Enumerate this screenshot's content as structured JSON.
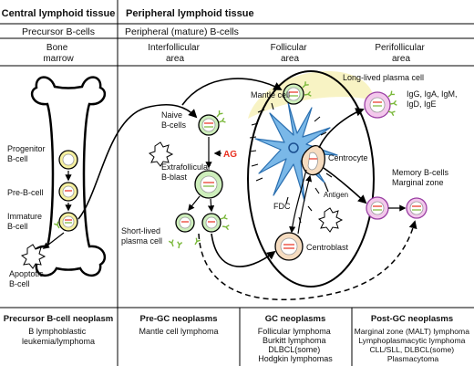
{
  "header": {
    "central": "Central lymphoid tissue",
    "peripheral": "Peripheral lymphoid tissue",
    "precursor_cells": "Precursor B-cells",
    "mature_cells": "Peripheral (mature) B-cells"
  },
  "areas": {
    "bone_marrow": [
      "Bone",
      "marrow"
    ],
    "interfollicular": [
      "Interfollicular",
      "area"
    ],
    "follicular": [
      "Follicular",
      "area"
    ],
    "perifollicular": [
      "Perifollicular",
      "area"
    ]
  },
  "cells": {
    "progenitor": [
      "Progenitor",
      "B-cell"
    ],
    "pre_b": "Pre-B-cell",
    "immature": [
      "Immature",
      "B-cell"
    ],
    "apoptotic": [
      "Apoptotic",
      "B-cell"
    ],
    "naive": [
      "Naive",
      "B-cells"
    ],
    "ag": "AG",
    "extrafollicular": [
      "Extrafollicular",
      "B-blast"
    ],
    "short_lived": [
      "Short-lived",
      "plasma cell"
    ],
    "mantle": "Mantle cell",
    "fdc": "FDC",
    "centrocyte": "Centrocyte",
    "antigen": "Antigen",
    "centroblast": "Centroblast",
    "long_lived": "Long-lived plasma cell",
    "immunoglobulins": [
      "IgG, IgA, IgM,",
      "IgD, IgE"
    ],
    "memory": [
      "Memory B-cells",
      "Marginal zone"
    ]
  },
  "neoplasms": {
    "precursor": {
      "title": "Precursor B-cell neoplasm",
      "items": [
        "B lymphoblastic",
        "leukemia/lymphoma"
      ]
    },
    "pre_gc": {
      "title": "Pre-GC neoplasms",
      "items": [
        "Mantle cell lymphoma"
      ]
    },
    "gc": {
      "title": "GC neoplasms",
      "items": [
        "Follicular lymphoma",
        "Burkitt lymphoma",
        "DLBCL(some)",
        "Hodgkin lymphomas"
      ]
    },
    "post_gc": {
      "title": "Post-GC neoplasms",
      "items": [
        "Marginal zone (MALT) lymphoma",
        "Lymphoplasmacytic lymphoma",
        "CLL/SLL, DLBCL(some)",
        "Plasmacytoma"
      ]
    }
  },
  "colors": {
    "cell_green": "#cdeebb",
    "cell_yellow": "#f5f0a0",
    "cell_orange": "#f6dcc0",
    "cell_pink": "#f3c8ec",
    "fdc_blue": "#7ab8e8",
    "mantle_yellow": "#f8f3c4",
    "ag_red": "#e83020",
    "antibody_green": "#7ab83a",
    "plasma_outline": "#9a3fa3"
  }
}
